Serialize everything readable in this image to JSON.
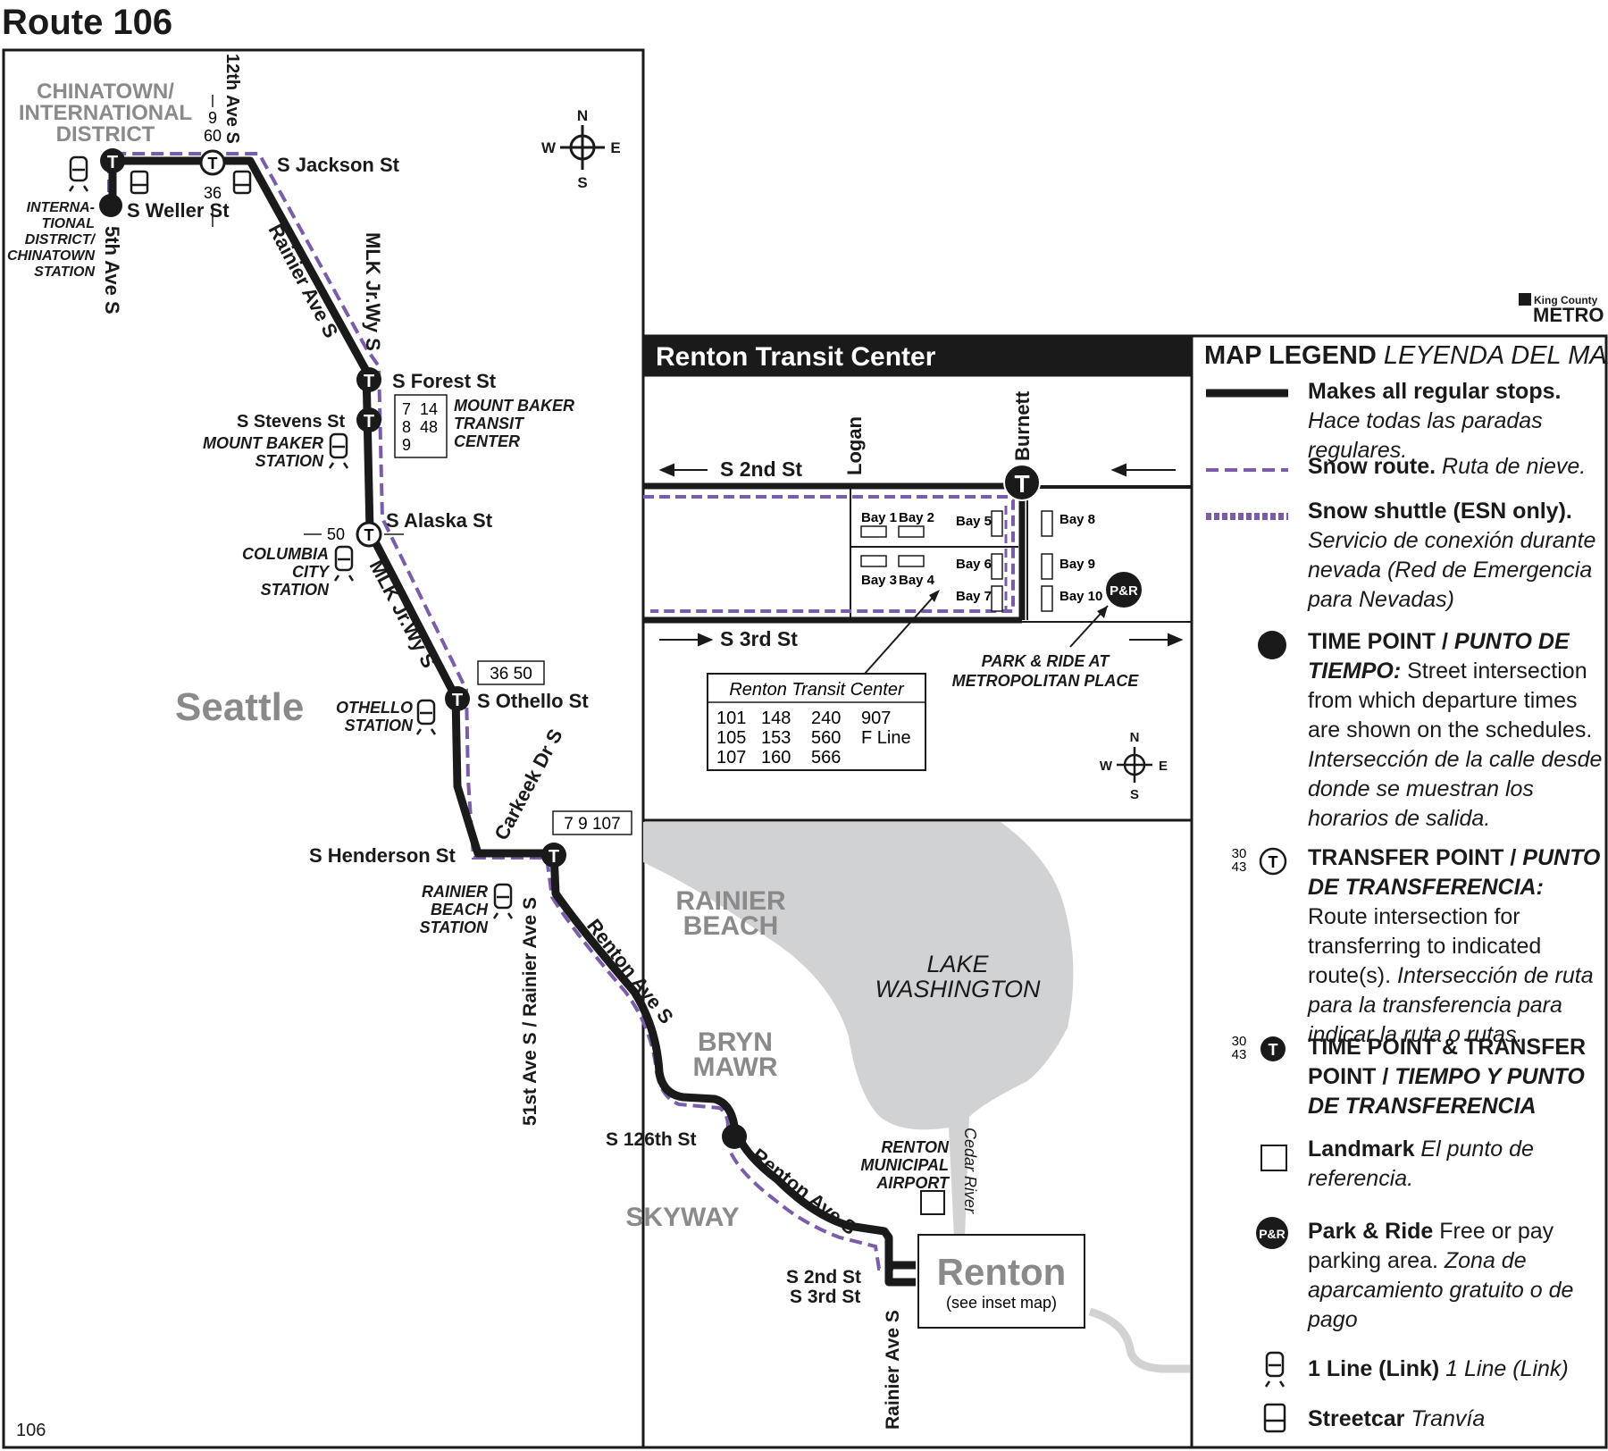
{
  "page": {
    "title": "Route 106",
    "page_number": "106",
    "brand": "King County",
    "brand_sub": "METRO"
  },
  "colors": {
    "route": "#1a1a1a",
    "snow": "#7b5ca8",
    "water": "#d1d2d4",
    "grey_text": "#8a8a8a"
  },
  "compass": {
    "n": "N",
    "s": "S",
    "e": "E",
    "w": "W"
  },
  "areas": {
    "chinatown_1": "CHINATOWN/",
    "chinatown_2": "INTERNATIONAL",
    "chinatown_3": "DISTRICT",
    "seattle": "Seattle",
    "rainier_beach_1": "RAINIER",
    "rainier_beach_2": "BEACH",
    "bryn_mawr_1": "BRYN",
    "bryn_mawr_2": "MAWR",
    "skyway": "SKYWAY",
    "lake_1": "LAKE",
    "lake_2": "WASHINGTON",
    "cedar_river": "Cedar River"
  },
  "streets": {
    "jackson": "S Jackson St",
    "weller": "S Weller St",
    "fifth": "5th Ave S",
    "twelfth": "12th Ave S",
    "rainier_ave": "Rainier Ave S",
    "mlk_1": "MLK Jr.Wy S",
    "mlk_2": "MLK Jr.Wy S",
    "forest": "S Forest St",
    "stevens": "S Stevens St",
    "alaska": "S Alaska St",
    "othello": "S Othello St",
    "carkeek": "Carkeek Dr S",
    "henderson": "S Henderson St",
    "fifty_first": "51st Ave S / Rainier Ave S",
    "renton_ave_1": "Renton Ave S",
    "renton_ave_2": "Renton Ave S",
    "s126": "S 126th St",
    "s2nd": "S 2nd St",
    "s3rd": "S 3rd St",
    "rainier_ave_south": "Rainier Ave S"
  },
  "stations": {
    "idc_1": "INTERNA-",
    "idc_2": "TIONAL",
    "idc_3": "DISTRICT/",
    "idc_4": "CHINATOWN",
    "idc_5": "STATION",
    "mtbaker_1": "MOUNT BAKER",
    "mtbaker_2": "STATION",
    "columbia_1": "COLUMBIA",
    "columbia_2": "CITY",
    "columbia_3": "STATION",
    "othello_1": "OTHELLO",
    "othello_2": "STATION",
    "rbeach_1": "RAINIER",
    "rbeach_2": "BEACH",
    "rbeach_3": "STATION",
    "mbtc_1": "MOUNT BAKER",
    "mbtc_2": "TRANSIT",
    "mbtc_3": "CENTER",
    "airport_1": "RENTON",
    "airport_2": "MUNICIPAL",
    "airport_3": "AIRPORT"
  },
  "transfers": {
    "twelfth_up_1": "9",
    "twelfth_up_2": "60",
    "twelfth_down": "36",
    "alaska_route": "50",
    "mbtc_r1": "7",
    "mbtc_r2": "14",
    "mbtc_r3": "8",
    "mbtc_r4": "48",
    "mbtc_r5": "9",
    "othello_box": "36  50",
    "henderson_box": "7  9  107"
  },
  "renton_box": {
    "title": "Renton",
    "sub": "(see inset map)"
  },
  "inset": {
    "title": "Renton Transit Center",
    "s2nd": "S 2nd St",
    "s3rd": "S 3rd St",
    "logan": "Logan",
    "burnett": "Burnett",
    "bays": [
      "Bay 1",
      "Bay 2",
      "Bay 3",
      "Bay 4",
      "Bay 5",
      "Bay 6",
      "Bay 7",
      "Bay 8",
      "Bay 9",
      "Bay 10"
    ],
    "pr_badge": "P&R",
    "pr_label_1": "PARK & RIDE AT",
    "pr_label_2": "METROPOLITAN PLACE",
    "rtc_box_title": "Renton Transit Center",
    "rtc_routes": [
      [
        "101",
        "148",
        "240",
        "907"
      ],
      [
        "105",
        "153",
        "560",
        "F Line"
      ],
      [
        "107",
        "160",
        "566",
        ""
      ]
    ]
  },
  "legend": {
    "title": "MAP LEGEND",
    "title_es": "LEYENDA DEL MAPA",
    "items": [
      {
        "en": "Makes all regular stops.",
        "es": "Hace todas las paradas regulares."
      },
      {
        "en": "Snow route.",
        "es": "Ruta de nieve."
      },
      {
        "en": "Snow shuttle (ESN only).",
        "es": "Servicio de conexión durante nevada (Red de Emergencia para Nevadas)"
      },
      {
        "en": "TIME POINT / ",
        "en_it": "PUNTO DE TIEMPO:",
        "desc": " Street intersection from which departure times are shown on the schedules.",
        "es": " Intersección de la calle desde donde se muestran los horarios de salida."
      },
      {
        "en": "TRANSFER POINT / ",
        "en_it": "PUNTO DE TRANSFERENCIA:",
        "desc": " Route intersection for transferring to indicated route(s).",
        "es": " Intersección de ruta para la transferencia para indicar la ruta o rutas."
      },
      {
        "en": "TIME POINT & TRANSFER POINT / ",
        "en_it": "TIEMPO Y PUNTO DE TRANSFERENCIA"
      },
      {
        "en": "Landmark",
        "es": " El punto de referencia."
      },
      {
        "en": "Park & Ride",
        "desc": " Free or pay parking area.",
        "es": " Zona de aparcamiento gratuito o de pago"
      },
      {
        "en": "1 Line (Link)",
        "es": "  1 Line (Link)"
      },
      {
        "en": "Streetcar",
        "es": "  Tranvía"
      }
    ],
    "sample_route_1": "30",
    "sample_route_2": "43",
    "pr_badge": "P&R"
  }
}
